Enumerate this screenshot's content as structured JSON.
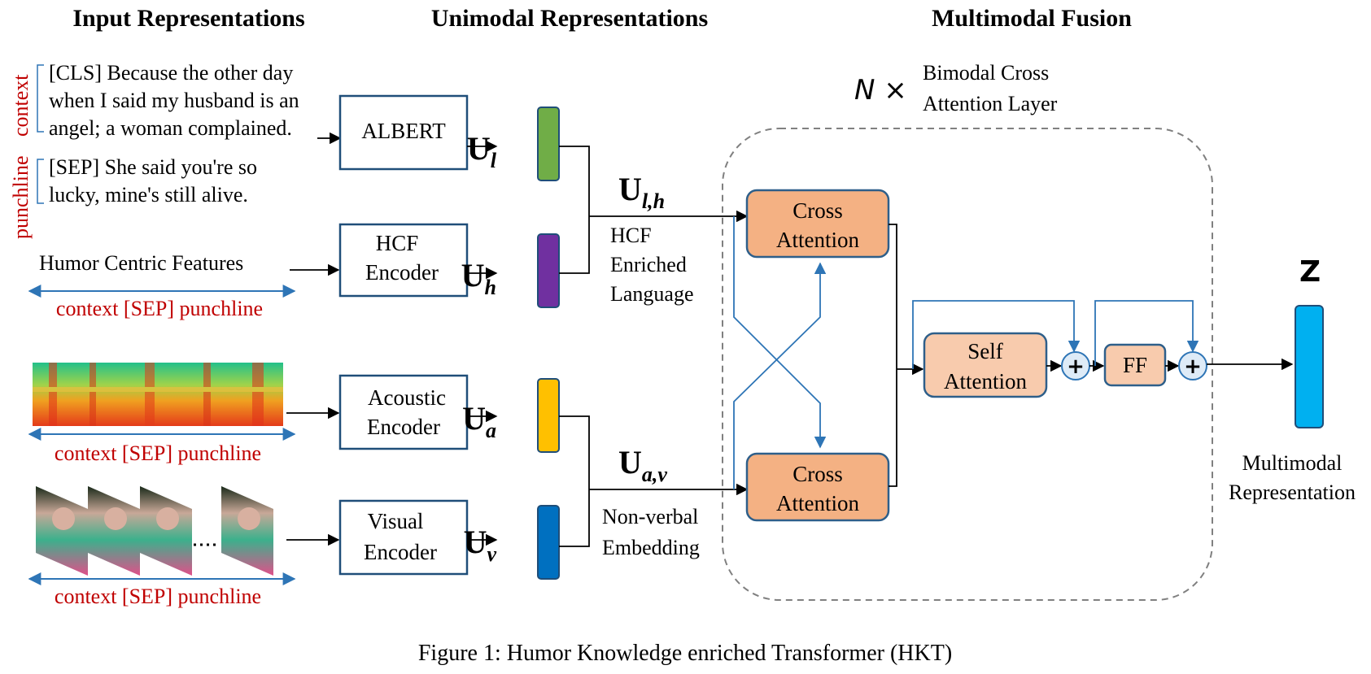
{
  "headers": {
    "input": "Input Representations",
    "unimodal": "Unimodal Representations",
    "fusion": "Multimodal Fusion"
  },
  "side_label": {
    "punchline": "punchline",
    "context": "context"
  },
  "text_input": {
    "context_lines": [
      "[CLS] Because the other day",
      "when I said my husband is an",
      "angel; a woman complained."
    ],
    "punchline_lines": [
      "[SEP] She said you're so",
      "lucky, mine's still alive."
    ]
  },
  "hcf_input": {
    "label": "Humor Centric Features",
    "span": "context [SEP] punchline"
  },
  "acoustic_span": "context [SEP] punchline",
  "visual_span": "context [SEP] punchline",
  "encoders": {
    "albert": "ALBERT",
    "hcf": [
      "HCF",
      "Encoder"
    ],
    "acoustic": [
      "Acoustic",
      "Encoder"
    ],
    "visual": [
      "Visual",
      "Encoder"
    ]
  },
  "unimodal": {
    "U": "U",
    "l": "l",
    "h": "h",
    "a": "a",
    "v": "v",
    "lh": "l,h",
    "av": "a,v"
  },
  "fused_labels": {
    "language": [
      "HCF",
      "Enriched",
      "Language"
    ],
    "nonverbal": [
      "Non-verbal",
      "Embedding"
    ]
  },
  "fusion": {
    "n_times": "N ×",
    "layer_name": [
      "Bimodal Cross",
      "Attention Layer"
    ],
    "cross_attention": [
      "Cross",
      "Attention"
    ],
    "self_attention": [
      "Self",
      "Attention"
    ],
    "ff": "FF",
    "plus": "+"
  },
  "output": {
    "symbol": "Z",
    "label": [
      "Multimodal",
      "Representation"
    ]
  },
  "caption": "Figure 1: Humor Knowledge enriched Transformer (HKT)",
  "colors": {
    "u_l": "#70ad47",
    "u_h": "#7030a0",
    "u_a": "#ffc000",
    "u_v": "#0070c0",
    "z": "#00b0f0",
    "cross_attention": "#f4b183",
    "self_attention": "#f8cbad",
    "label_red": "#c00000",
    "connector_blue": "#2e75b6"
  }
}
